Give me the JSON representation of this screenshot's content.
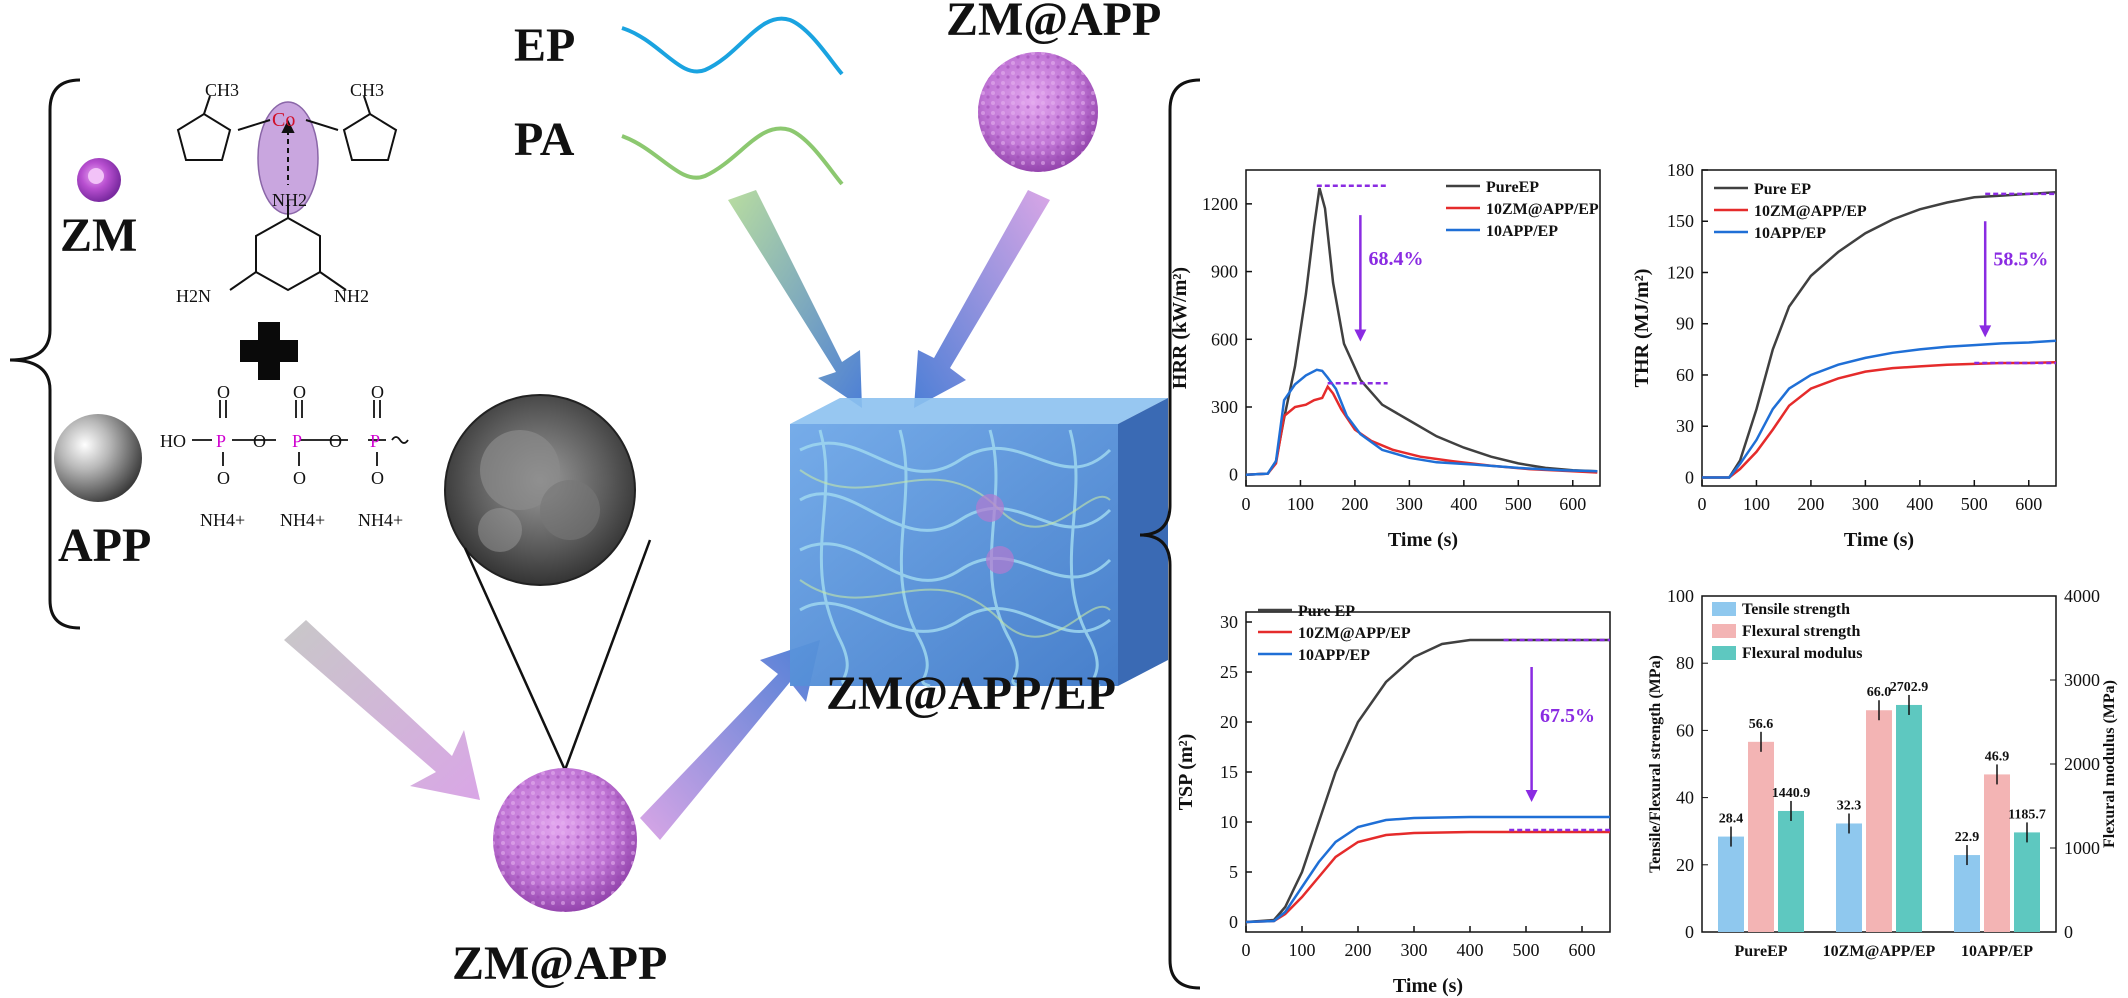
{
  "labels": {
    "zm": "ZM",
    "app": "APP",
    "ep": "EP",
    "pa": "PA",
    "zm_app_top": "ZM@APP",
    "zm_app_bottom": "ZM@APP",
    "composite": "ZM@APP/EP"
  },
  "chem": {
    "ch3_left": "CH3",
    "ch3_right": "CH3",
    "co": "Co",
    "nh2_top": "NH2",
    "h2n": "H2N",
    "nh2_right": "NH2",
    "ho": "HO",
    "nh4_1": "NH4+",
    "nh4_2": "NH4+",
    "nh4_3": "NH4+"
  },
  "colors": {
    "ep_line": "#1aa3e0",
    "pa_line": "#8cc870",
    "pure": "#404040",
    "zm": "#e52b2b",
    "app": "#1f6fd6",
    "drop": "#8a2be2",
    "tensile": "#8fc8ee",
    "flexural": "#f3b4b4",
    "modulus": "#5ec8c0",
    "sphere": "#c77ad8"
  },
  "chart_data": [
    {
      "type": "line",
      "ylabel": "HRR (kW/m²)",
      "xlabel": "Time (s)",
      "xlim": [
        0,
        650
      ],
      "ylim": [
        -50,
        1350
      ],
      "x_ticks": [
        0,
        100,
        200,
        300,
        400,
        500,
        600
      ],
      "y_ticks": [
        0,
        300,
        600,
        900,
        1200
      ],
      "legend": [
        "PureEP",
        "10ZM@APP/EP",
        "10APP/EP"
      ],
      "legend_position": "top-right",
      "annotation": "68.4%",
      "series": [
        {
          "name": "PureEP",
          "points": [
            [
              0,
              0
            ],
            [
              40,
              5
            ],
            [
              55,
              60
            ],
            [
              70,
              250
            ],
            [
              90,
              480
            ],
            [
              110,
              800
            ],
            [
              125,
              1100
            ],
            [
              135,
              1270
            ],
            [
              145,
              1180
            ],
            [
              160,
              850
            ],
            [
              180,
              580
            ],
            [
              210,
              420
            ],
            [
              250,
              310
            ],
            [
              300,
              240
            ],
            [
              350,
              170
            ],
            [
              400,
              120
            ],
            [
              450,
              80
            ],
            [
              500,
              50
            ],
            [
              550,
              30
            ],
            [
              600,
              20
            ],
            [
              645,
              15
            ]
          ]
        },
        {
          "name": "10ZM@APP/EP",
          "points": [
            [
              0,
              0
            ],
            [
              40,
              5
            ],
            [
              55,
              50
            ],
            [
              70,
              260
            ],
            [
              90,
              300
            ],
            [
              110,
              310
            ],
            [
              125,
              330
            ],
            [
              140,
              340
            ],
            [
              150,
              390
            ],
            [
              160,
              360
            ],
            [
              175,
              290
            ],
            [
              200,
              200
            ],
            [
              230,
              150
            ],
            [
              270,
              110
            ],
            [
              320,
              80
            ],
            [
              380,
              60
            ],
            [
              450,
              40
            ],
            [
              520,
              25
            ],
            [
              600,
              15
            ],
            [
              645,
              10
            ]
          ]
        },
        {
          "name": "10APP/EP",
          "points": [
            [
              0,
              0
            ],
            [
              40,
              5
            ],
            [
              55,
              60
            ],
            [
              70,
              330
            ],
            [
              90,
              400
            ],
            [
              110,
              440
            ],
            [
              130,
              465
            ],
            [
              140,
              460
            ],
            [
              150,
              430
            ],
            [
              165,
              380
            ],
            [
              185,
              260
            ],
            [
              210,
              180
            ],
            [
              250,
              110
            ],
            [
              300,
              75
            ],
            [
              350,
              55
            ],
            [
              420,
              45
            ],
            [
              500,
              30
            ],
            [
              580,
              20
            ],
            [
              645,
              15
            ]
          ]
        }
      ]
    },
    {
      "type": "line",
      "ylabel": "THR (MJ/m²)",
      "xlabel": "Time (s)",
      "xlim": [
        0,
        650
      ],
      "ylim": [
        -5,
        180
      ],
      "x_ticks": [
        0,
        100,
        200,
        300,
        400,
        500,
        600
      ],
      "y_ticks": [
        0,
        30,
        60,
        90,
        120,
        150,
        180
      ],
      "legend": [
        "Pure EP",
        "10ZM@APP/EP",
        "10APP/EP"
      ],
      "legend_position": "top-left",
      "annotation": "58.5%",
      "series": [
        {
          "name": "Pure EP",
          "points": [
            [
              0,
              0
            ],
            [
              50,
              0
            ],
            [
              70,
              10
            ],
            [
              100,
              40
            ],
            [
              130,
              75
            ],
            [
              160,
              100
            ],
            [
              200,
              118
            ],
            [
              250,
              132
            ],
            [
              300,
              143
            ],
            [
              350,
              151
            ],
            [
              400,
              157
            ],
            [
              450,
              161
            ],
            [
              500,
              164
            ],
            [
              550,
              165
            ],
            [
              600,
              166
            ],
            [
              650,
              167
            ]
          ]
        },
        {
          "name": "10ZM@APP/EP",
          "points": [
            [
              0,
              0
            ],
            [
              50,
              0
            ],
            [
              70,
              5
            ],
            [
              100,
              15
            ],
            [
              130,
              28
            ],
            [
              160,
              42
            ],
            [
              200,
              52
            ],
            [
              250,
              58
            ],
            [
              300,
              62
            ],
            [
              350,
              64
            ],
            [
              400,
              65
            ],
            [
              450,
              66
            ],
            [
              500,
              66.5
            ],
            [
              550,
              67
            ],
            [
              600,
              67
            ],
            [
              650,
              67.5
            ]
          ]
        },
        {
          "name": "10APP/EP",
          "points": [
            [
              0,
              0
            ],
            [
              50,
              0
            ],
            [
              70,
              8
            ],
            [
              100,
              22
            ],
            [
              130,
              40
            ],
            [
              160,
              52
            ],
            [
              200,
              60
            ],
            [
              250,
              66
            ],
            [
              300,
              70
            ],
            [
              350,
              73
            ],
            [
              400,
              75
            ],
            [
              450,
              76.5
            ],
            [
              500,
              77.5
            ],
            [
              550,
              78.5
            ],
            [
              600,
              79
            ],
            [
              650,
              80
            ]
          ]
        }
      ]
    },
    {
      "type": "line",
      "ylabel": "TSP (m²)",
      "xlabel": "Time (s)",
      "xlim": [
        0,
        650
      ],
      "ylim": [
        -1,
        31
      ],
      "x_ticks": [
        0,
        100,
        200,
        300,
        400,
        500,
        600
      ],
      "y_ticks": [
        0,
        5,
        10,
        15,
        20,
        25,
        30
      ],
      "legend": [
        "Pure EP",
        "10ZM@APP/EP",
        "10APP/EP"
      ],
      "legend_position": "top-left",
      "annotation": "67.5%",
      "series": [
        {
          "name": "Pure EP",
          "points": [
            [
              0,
              0
            ],
            [
              50,
              0.2
            ],
            [
              70,
              1.5
            ],
            [
              100,
              5
            ],
            [
              130,
              10
            ],
            [
              160,
              15
            ],
            [
              200,
              20
            ],
            [
              250,
              24
            ],
            [
              300,
              26.5
            ],
            [
              350,
              27.8
            ],
            [
              400,
              28.2
            ],
            [
              500,
              28.2
            ],
            [
              600,
              28.2
            ],
            [
              650,
              28.2
            ]
          ]
        },
        {
          "name": "10ZM@APP/EP",
          "points": [
            [
              0,
              0
            ],
            [
              50,
              0.1
            ],
            [
              70,
              0.8
            ],
            [
              100,
              2.5
            ],
            [
              130,
              4.5
            ],
            [
              160,
              6.5
            ],
            [
              200,
              8
            ],
            [
              250,
              8.7
            ],
            [
              300,
              8.9
            ],
            [
              400,
              9
            ],
            [
              500,
              9
            ],
            [
              600,
              9
            ],
            [
              650,
              9
            ]
          ]
        },
        {
          "name": "10APP/EP",
          "points": [
            [
              0,
              0
            ],
            [
              50,
              0.1
            ],
            [
              70,
              1
            ],
            [
              100,
              3.5
            ],
            [
              130,
              6
            ],
            [
              160,
              8
            ],
            [
              200,
              9.5
            ],
            [
              250,
              10.2
            ],
            [
              300,
              10.4
            ],
            [
              400,
              10.5
            ],
            [
              500,
              10.5
            ],
            [
              600,
              10.5
            ],
            [
              650,
              10.5
            ]
          ]
        }
      ]
    },
    {
      "type": "bar",
      "categories": [
        "PureEP",
        "10ZM@APP/EP",
        "10APP/EP"
      ],
      "ylabel_left": "Tensile/Flexural strength (MPa)",
      "ylabel_right": "Flexural modulus (MPa)",
      "ylim_left": [
        0,
        100
      ],
      "ylim_right": [
        0,
        4000
      ],
      "y_ticks_left": [
        0,
        20,
        40,
        60,
        80,
        100
      ],
      "y_ticks_right": [
        0,
        1000,
        2000,
        3000,
        4000
      ],
      "legend_position": "top-left",
      "series": [
        {
          "name": "Tensile strength",
          "axis": "left",
          "values": [
            28.4,
            32.3,
            22.9
          ],
          "labels": [
            "28.4",
            "32.3",
            "22.9"
          ]
        },
        {
          "name": "Flexural strength",
          "axis": "left",
          "values": [
            56.6,
            66.0,
            46.9
          ],
          "labels": [
            "56.6",
            "66.0",
            "46.9"
          ]
        },
        {
          "name": "Flexural modulus",
          "axis": "right",
          "values": [
            1440.9,
            2702.9,
            1185.7
          ],
          "labels": [
            "1440.9",
            "2702.9",
            "1185.7"
          ]
        }
      ]
    }
  ]
}
